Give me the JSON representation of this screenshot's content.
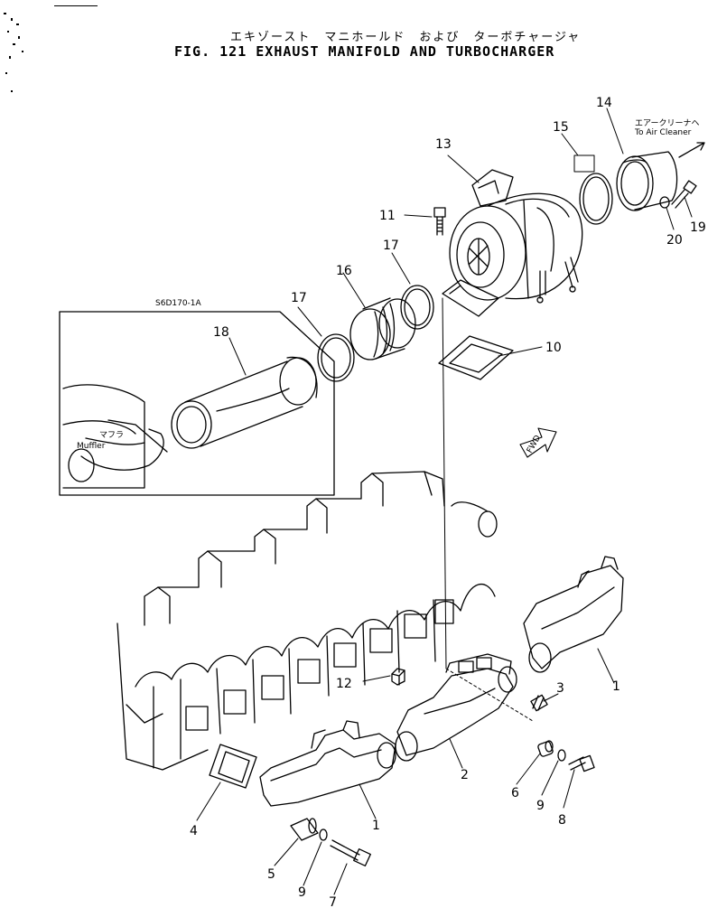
{
  "header": {
    "title_jp": "エキゾースト　マニホールド　および　ターボチャージャ",
    "title_en": "FIG. 121  EXHAUST MANIFOLD AND TURBOCHARGER"
  },
  "inset": {
    "label": "S6D170-1A",
    "muffler_jp": "マフラ",
    "muffler_en": "Muffler"
  },
  "air_cleaner": {
    "jp": "エアークリーナヘ",
    "en": "To Air Cleaner"
  },
  "fwd_label": "FWD",
  "callouts": {
    "c1a": "1",
    "c1b": "1",
    "c2": "2",
    "c3": "3",
    "c4": "4",
    "c5": "5",
    "c6": "6",
    "c7": "7",
    "c8": "8",
    "c9a": "9",
    "c9b": "9",
    "c10": "10",
    "c11": "11",
    "c12": "12",
    "c13": "13",
    "c14": "14",
    "c15": "15",
    "c16": "16",
    "c17a": "17",
    "c17b": "17",
    "c18": "18",
    "c19": "19",
    "c20": "20"
  }
}
